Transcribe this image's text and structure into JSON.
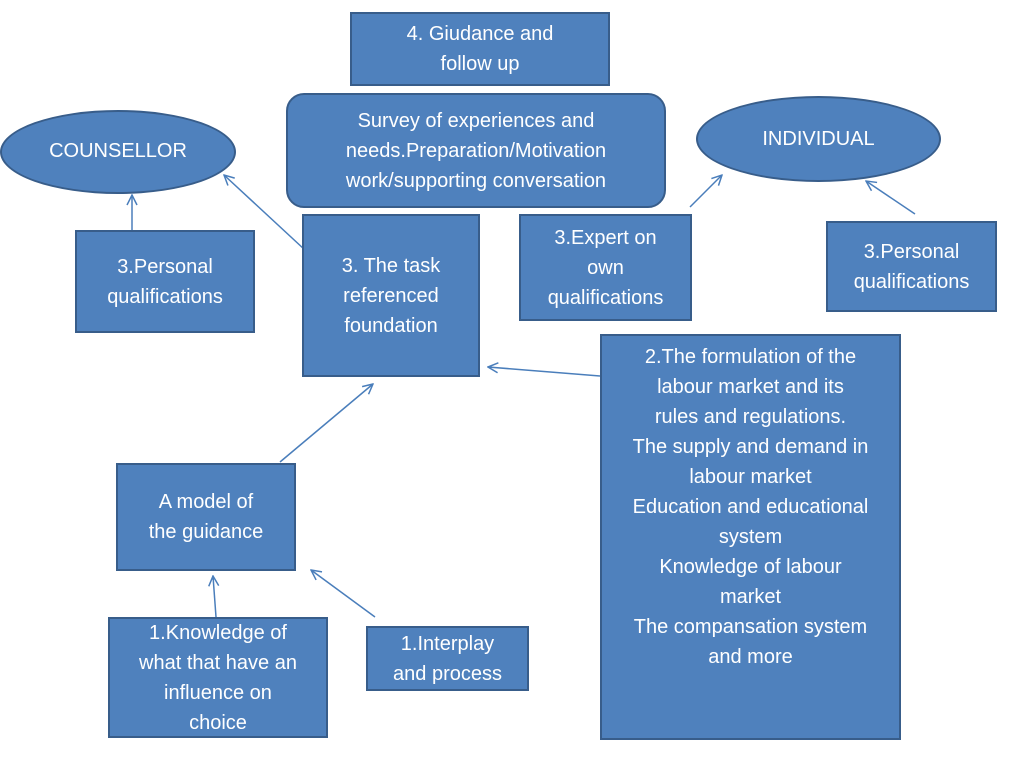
{
  "nodes": {
    "guidance_followup": "4. Giudance and\nfollow up",
    "survey": "Survey of experiences and\nneeds.Preparation/Motivation\nwork/supporting  conversation",
    "counsellor": "COUNSELLOR",
    "individual": "INDIVIDUAL",
    "personal_left": "3.Personal\nqualifications",
    "task_foundation": "3. The task\nreferenced\nfoundation",
    "expert": "3.Expert on\nown\nqualifications",
    "personal_right": "3.Personal\nqualifications",
    "labour_market": "2.The formulation  of the\nlabour market and its\nrules and regulations.\nThe supply and demand in\nlabour market\nEducation and educational\nsystem\nKnowledge of labour\nmarket\nThe compansation system\nand more",
    "model": "A model of\nthe guidance",
    "knowledge_choice": "1.Knowledge of\nwhat that have an\ninfluence on\nchoice",
    "interplay": "1.Interplay\nand process"
  },
  "colors": {
    "box_fill": "#4f81bd",
    "box_border": "#385d8a",
    "arrow": "#4a7ebb",
    "text": "#ffffff"
  }
}
